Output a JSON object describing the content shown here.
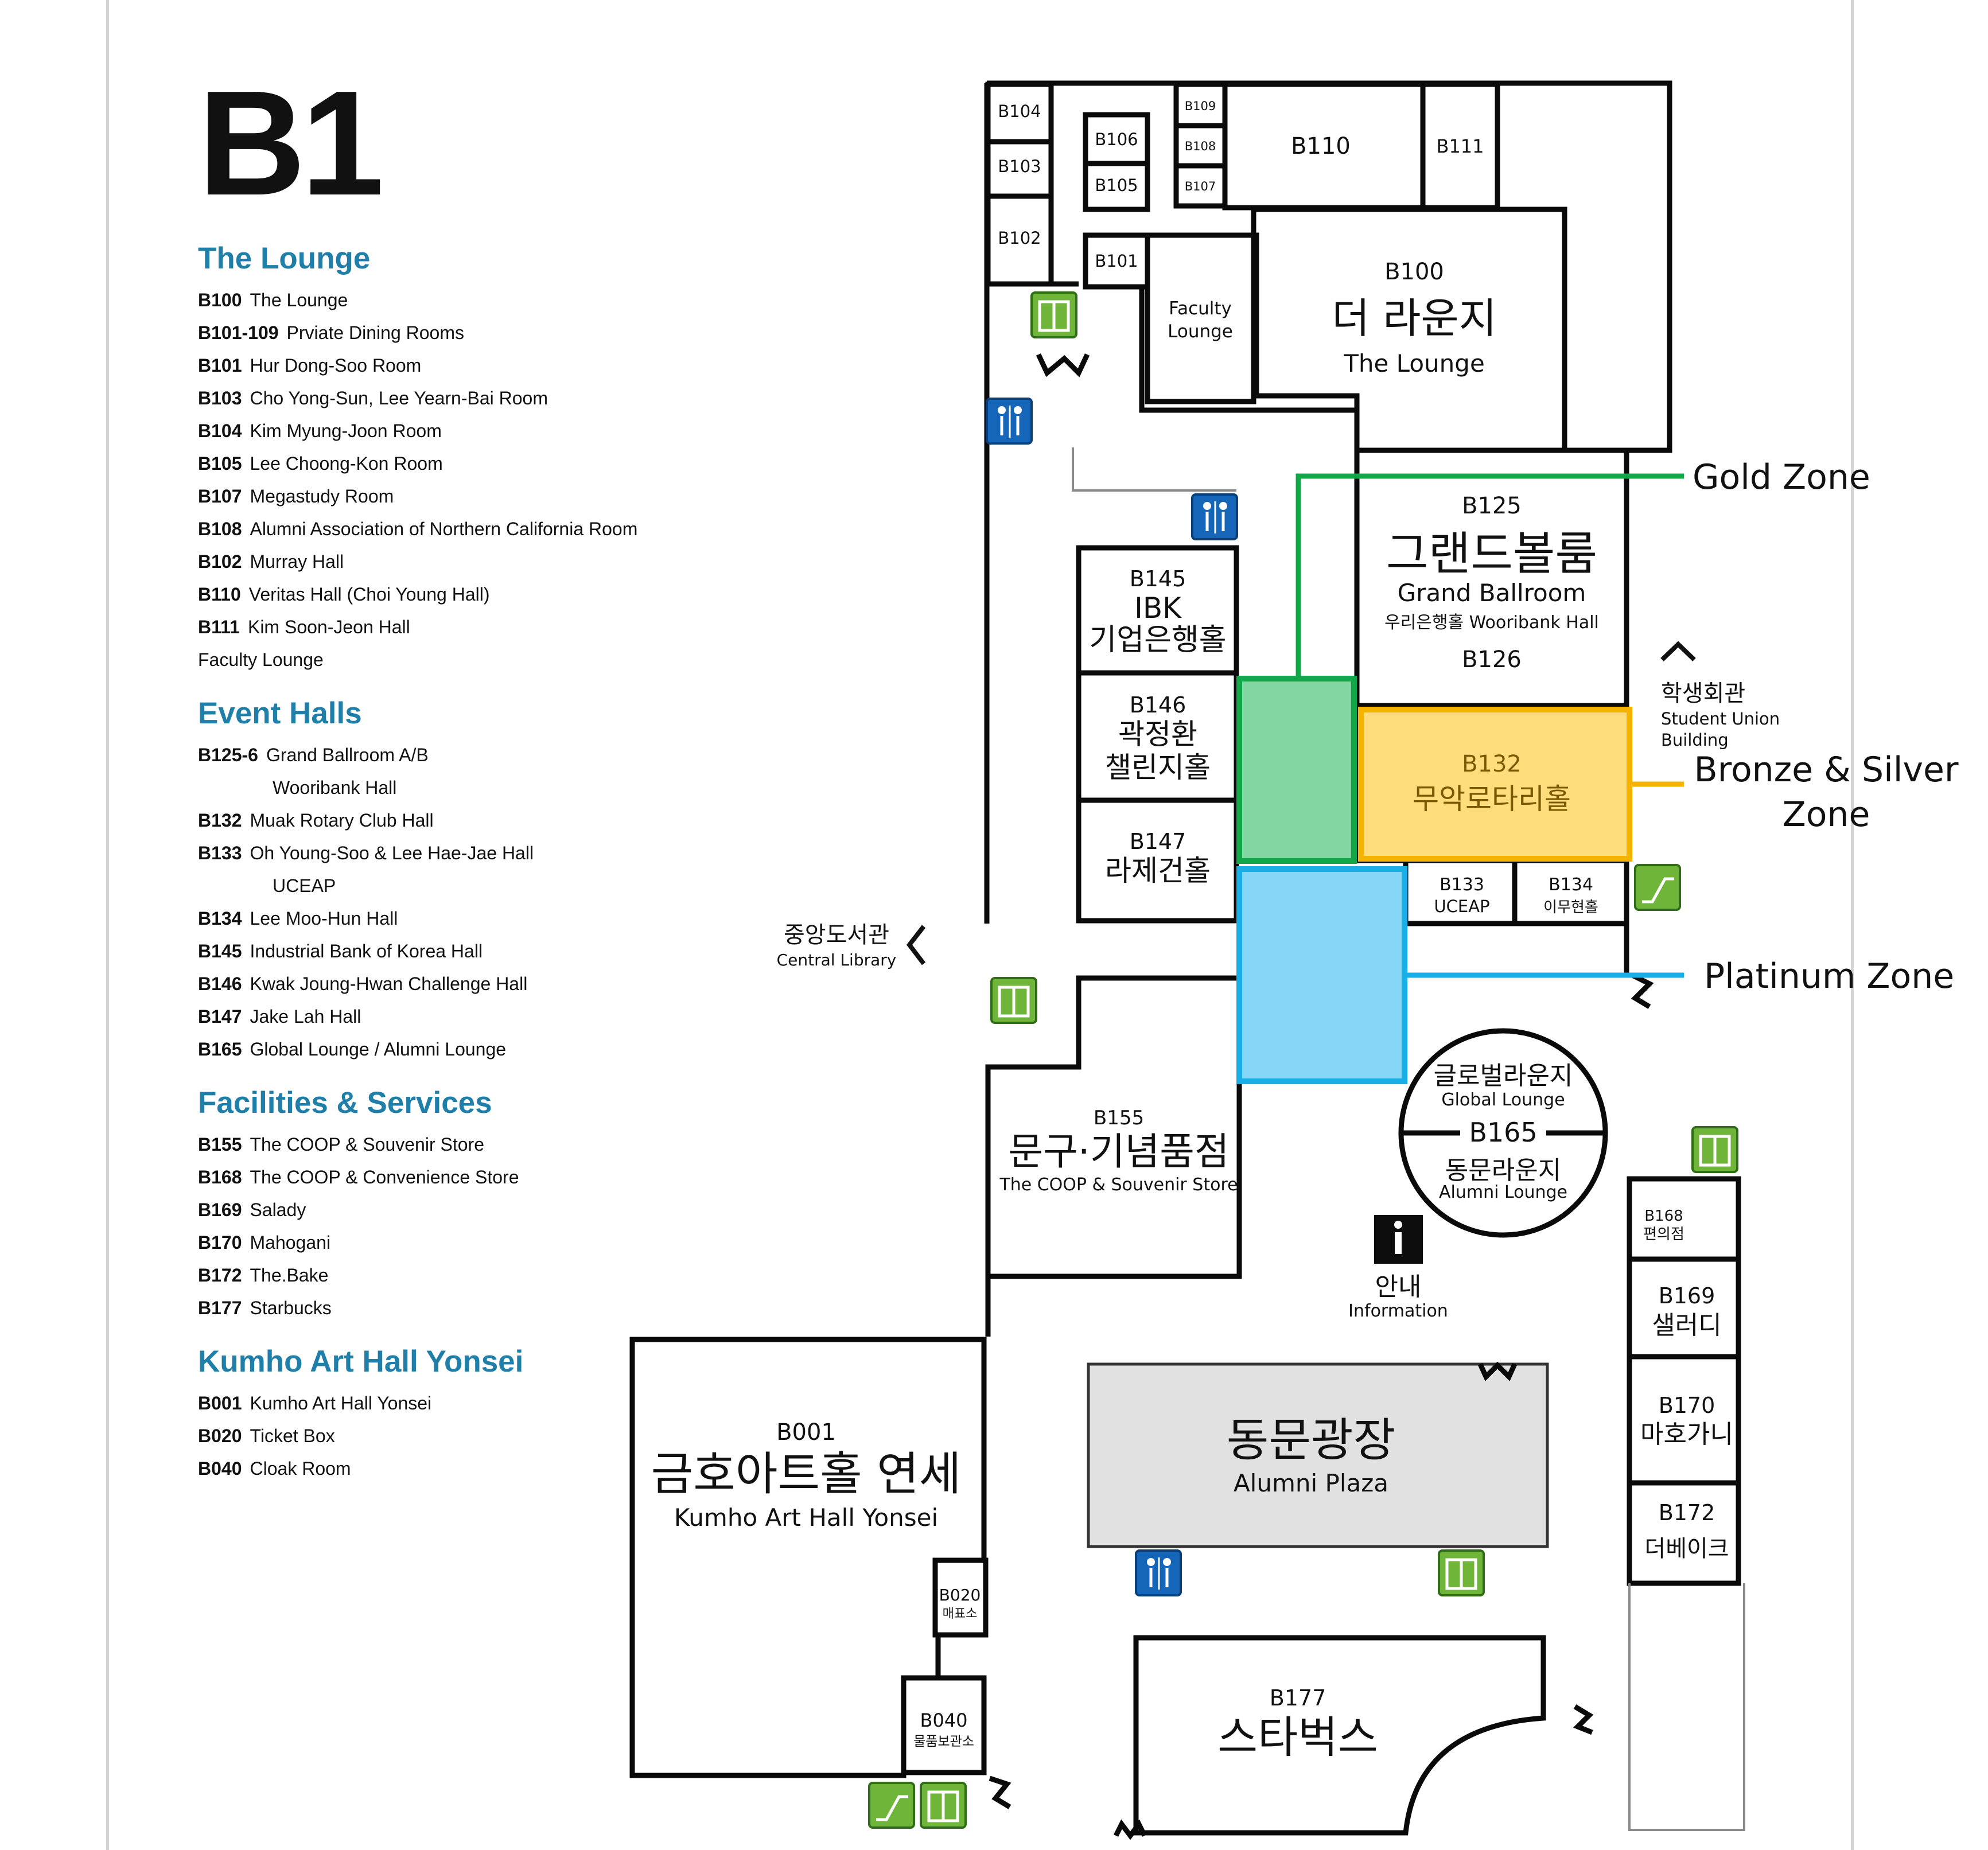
{
  "floor": "B1",
  "legend": {
    "sections": [
      {
        "heading": "The Lounge",
        "items": [
          {
            "code": "B100",
            "name": "The Lounge"
          },
          {
            "code": "B101-109",
            "name": "Prviate Dining Rooms"
          },
          {
            "code": "B101",
            "name": "Hur Dong-Soo Room"
          },
          {
            "code": "B103",
            "name": "Cho Yong-Sun, Lee Yearn-Bai Room"
          },
          {
            "code": "B104",
            "name": "Kim Myung-Joon Room"
          },
          {
            "code": "B105",
            "name": "Lee Choong-Kon Room"
          },
          {
            "code": "B107",
            "name": "Megastudy Room"
          },
          {
            "code": "B108",
            "name": "Alumni Association of Northern California Room"
          },
          {
            "code": "B102",
            "name": "Murray Hall"
          },
          {
            "code": "B110",
            "name": "Veritas Hall (Choi Young Hall)"
          },
          {
            "code": "B111",
            "name": "Kim Soon-Jeon Hall"
          },
          {
            "code": "",
            "name": "Faculty Lounge"
          }
        ]
      },
      {
        "heading": "Event Halls",
        "items": [
          {
            "code": "B125-6",
            "name": "Grand Ballroom A/B"
          },
          {
            "code": "",
            "name": "Wooribank Hall",
            "indent": true
          },
          {
            "code": "B132",
            "name": "Muak Rotary Club Hall"
          },
          {
            "code": "B133",
            "name": "Oh Young-Soo & Lee Hae-Jae Hall"
          },
          {
            "code": "",
            "name": "UCEAP",
            "indent": true
          },
          {
            "code": "B134",
            "name": "Lee Moo-Hun Hall"
          },
          {
            "code": "B145",
            "name": "Industrial Bank of Korea Hall"
          },
          {
            "code": "B146",
            "name": "Kwak Joung-Hwan Challenge Hall"
          },
          {
            "code": "B147",
            "name": "Jake Lah Hall"
          },
          {
            "code": "B165",
            "name": "Global Lounge / Alumni Lounge"
          }
        ]
      },
      {
        "heading": "Facilities & Services",
        "items": [
          {
            "code": "B155",
            "name": "The COOP & Souvenir Store"
          },
          {
            "code": "B168",
            "name": "The COOP & Convenience Store"
          },
          {
            "code": "B169",
            "name": "Salady"
          },
          {
            "code": "B170",
            "name": "Mahogani"
          },
          {
            "code": "B172",
            "name": "The.Bake"
          },
          {
            "code": "B177",
            "name": "Starbucks"
          }
        ]
      },
      {
        "heading": "Kumho Art Hall Yonsei",
        "items": [
          {
            "code": "B001",
            "name": "Kumho Art Hall Yonsei"
          },
          {
            "code": "B020",
            "name": "Ticket Box"
          },
          {
            "code": "B040",
            "name": "Cloak Room"
          }
        ]
      }
    ]
  },
  "rooms": {
    "b104": "B104",
    "b103": "B103",
    "b102": "B102",
    "b106": "B106",
    "b105": "B105",
    "b109": "B109",
    "b108": "B108",
    "b107": "B107",
    "b110": "B110",
    "b111": "B111",
    "b101": "B101",
    "faculty_1": "Faculty",
    "faculty_2": "Lounge",
    "b100_code": "B100",
    "b100_ko": "더 라운지",
    "b100_en": "The Lounge",
    "b125_code": "B125",
    "b125_ko": "그랜드볼룸",
    "b125_en": "Grand Ballroom",
    "b125_sub": "우리은행홀 Wooribank Hall",
    "b126_code": "B126",
    "b145_code": "B145",
    "b145_en": "IBK",
    "b145_ko": "기업은행홀",
    "b146_code": "B146",
    "b146_ko1": "곽정환",
    "b146_ko2": "챌린지홀",
    "b147_code": "B147",
    "b147_ko": "라제건홀",
    "b132_code": "B132",
    "b132_ko": "무악로타리홀",
    "b133_code": "B133",
    "b133_en": "UCEAP",
    "b134_code": "B134",
    "b134_ko": "이무현홀",
    "b155_code": "B155",
    "b155_ko": "문구·기념품점",
    "b155_en": "The COOP & Souvenir Store",
    "b165_ko1": "글로벌라운지",
    "b165_en1": "Global Lounge",
    "b165_code": "B165",
    "b165_ko2": "동문라운지",
    "b165_en2": "Alumni Lounge",
    "b168_code": "B168",
    "b168_ko": "편의점",
    "b169_code": "B169",
    "b169_ko": "샐러디",
    "b170_code": "B170",
    "b170_ko": "마호가니",
    "b172_code": "B172",
    "b172_ko": "더베이크",
    "b001_code": "B001",
    "b001_ko": "금호아트홀 연세",
    "b001_en": "Kumho Art Hall Yonsei",
    "b020_code": "B020",
    "b020_ko": "매표소",
    "b040_code": "B040",
    "b040_ko": "물품보관소",
    "plaza_ko": "동문광장",
    "plaza_en": "Alumni Plaza",
    "b177_code": "B177",
    "b177_ko": "스타벅스"
  },
  "directions": {
    "union_ko": "학생회관",
    "union_en1": "Student Union",
    "union_en2": "Building",
    "library_ko": "중앙도서관",
    "library_en": "Central Library",
    "info_ko": "안내",
    "info_en": "Information"
  },
  "zones": {
    "gold": {
      "label": "Gold Zone",
      "color": "#12a84a",
      "fill": "#82d6a2"
    },
    "bronze_silver": {
      "label_1": "Bronze & Silver",
      "label_2": "Zone",
      "color": "#f4b300",
      "fill": "#fedd7c"
    },
    "platinum": {
      "label": "Platinum Zone",
      "color": "#1aaee6",
      "fill": "#86d6f7"
    }
  },
  "icons": [
    "elevator-icon",
    "restroom-icon",
    "escalator-icon",
    "information-icon",
    "chevron-up-icon",
    "chevron-left-icon"
  ]
}
